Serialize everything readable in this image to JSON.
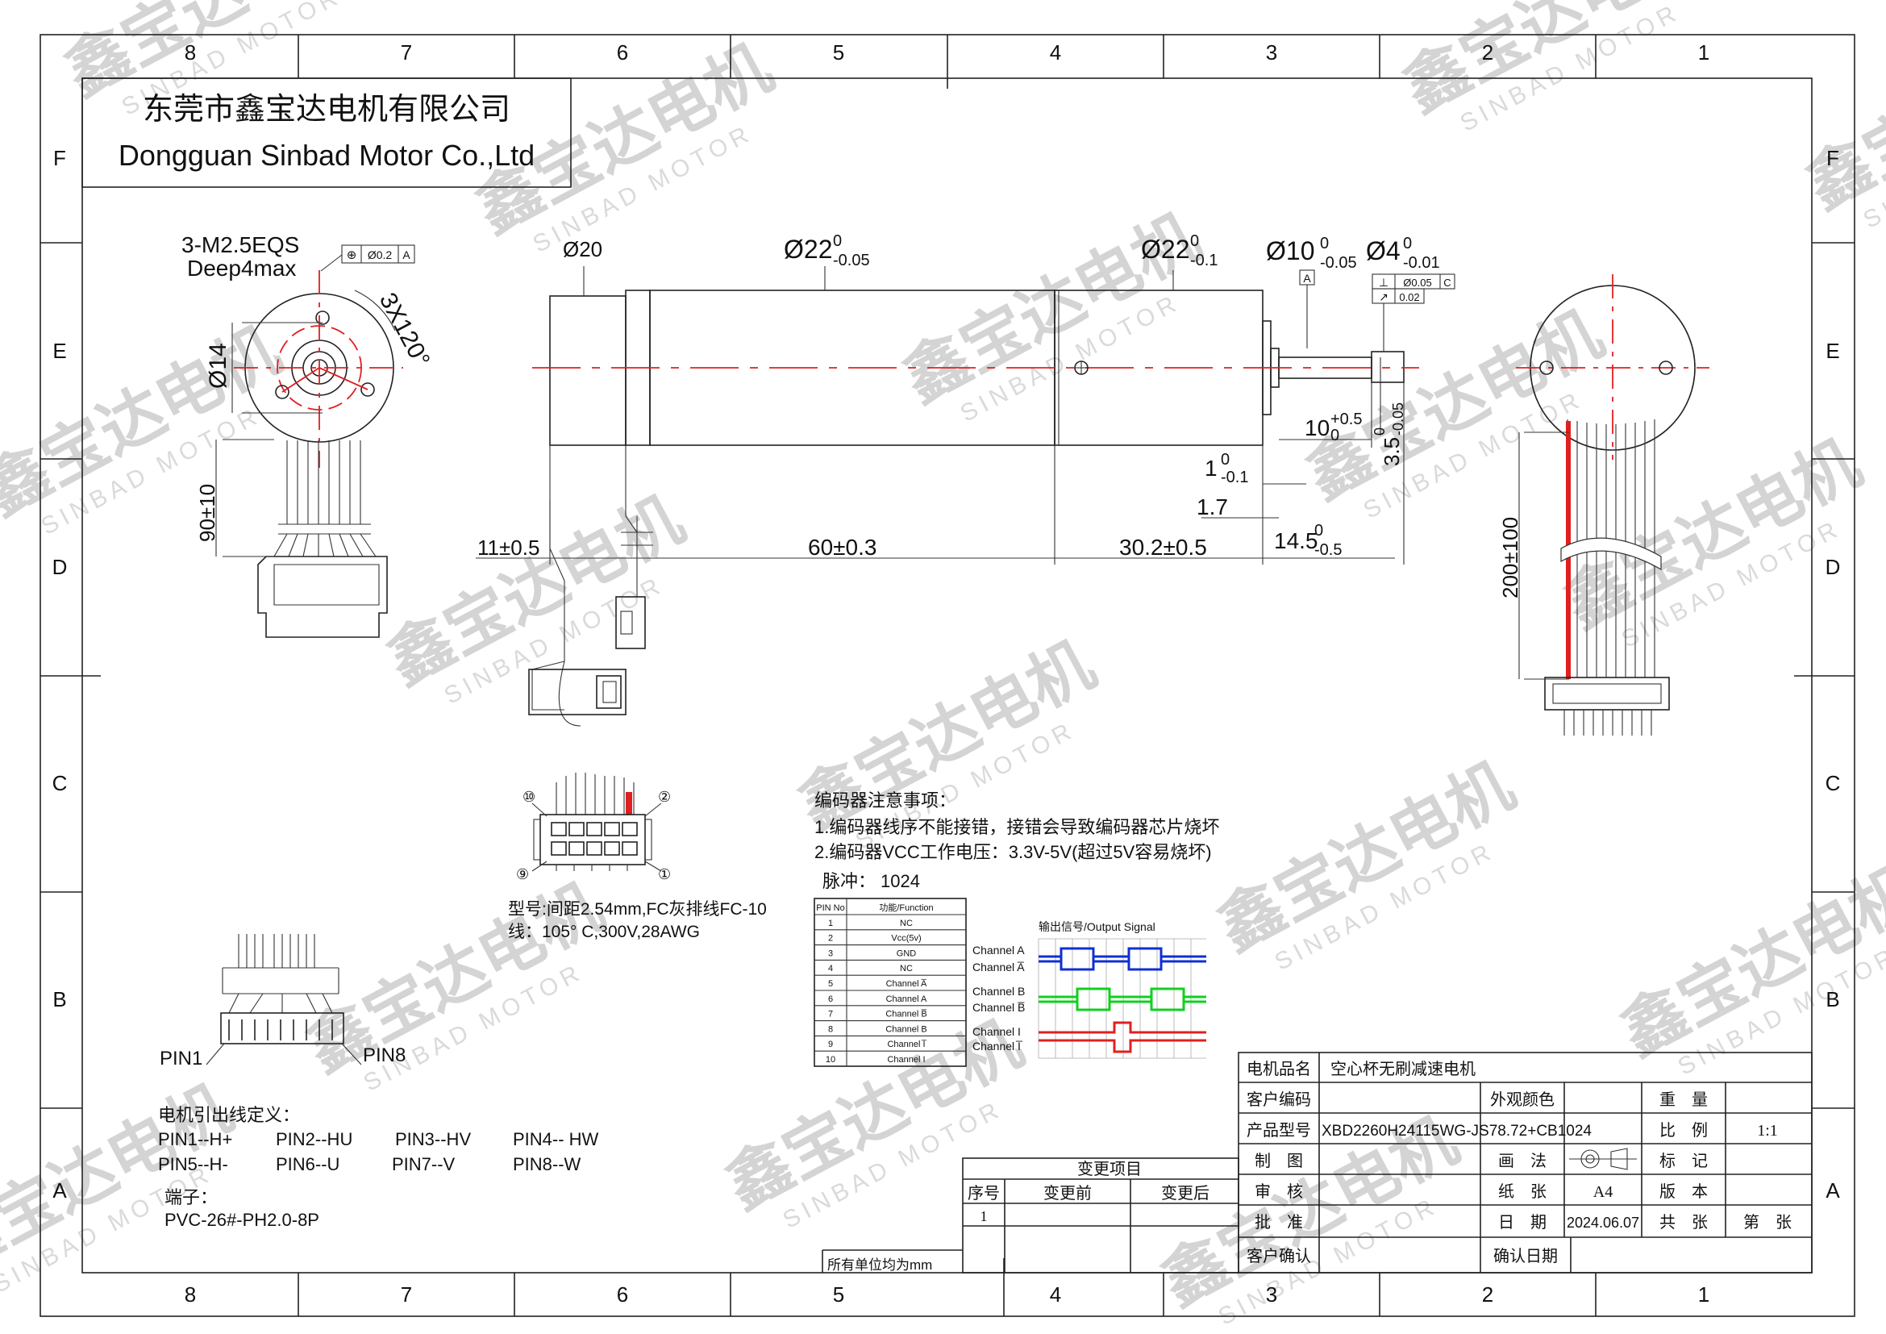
{
  "frame": {
    "col_labels": [
      "8",
      "7",
      "6",
      "5",
      "4",
      "3",
      "2",
      "1"
    ],
    "row_labels": [
      "F",
      "E",
      "D",
      "C",
      "B",
      "A"
    ]
  },
  "company": {
    "name_cn": "东莞市鑫宝达电机有限公司",
    "name_en": "Dongguan Sinbad Motor Co.,Ltd"
  },
  "watermark": {
    "cn": "鑫宝达电机",
    "en": "SINBAD MOTOR"
  },
  "front_view": {
    "thread_note": "3-M2.5EQS",
    "depth_note": "Deep4max",
    "tolerance_box": [
      "⊕",
      "Ø0.2",
      "A"
    ],
    "angle": "3X120°",
    "dia": "Ø14",
    "lead_len": "90±10"
  },
  "side_view": {
    "d20": "Ø20",
    "d22a": "Ø22",
    "d22a_tol_up": "0",
    "d22a_tol_dn": "-0.05",
    "d22b": "Ø22",
    "d22b_tol_up": "0",
    "d22b_tol_dn": "-0.1",
    "d10": "Ø10",
    "d10_tol_up": "0",
    "d10_tol_dn": "-0.05",
    "d4": "Ø4",
    "d4_tol_up": "0",
    "d4_tol_dn": "-0.01",
    "datum_a": "A",
    "perp_box": [
      "⊥",
      "Ø0.05",
      "C"
    ],
    "runout_box": [
      "↗",
      "0.02"
    ],
    "d_11": "11±0.5",
    "d_60": "60±0.3",
    "d_302": "30.2±0.5",
    "d_145": "14.5",
    "d_145_tol_up": "0",
    "d_145_tol_dn": "-0.5",
    "d_10": "10",
    "d_10_tol_up": "+0.5",
    "d_10_tol_dn": "0",
    "d_35": "3.5",
    "d_35_tol_up": "0",
    "d_35_tol_dn": "-0.05",
    "d_1": "1",
    "d_1_tol_up": "0",
    "d_1_tol_dn": "-0.1",
    "d_17": "1.7"
  },
  "right_view": {
    "lead_len": "200±100"
  },
  "connector": {
    "pin_labels": [
      "⑩",
      "②",
      "⑨",
      "①"
    ],
    "model_line": "型号:间距2.54mm,FC灰排线FC-10",
    "wire_line": "线：105° C,300V,28AWG"
  },
  "encoder_notes": {
    "title": "编码器注意事项：",
    "line1": "1.编码器线序不能接错，接错会导致编码器芯片烧坏",
    "line2": "2.编码器VCC工作电压：3.3V-5V(超过5V容易烧坏)",
    "pulse_label": "脉冲：",
    "pulse_value": "1024"
  },
  "pin_table": {
    "headers": [
      "PIN No",
      "功能/Function"
    ],
    "rows": [
      [
        "1",
        "NC"
      ],
      [
        "2",
        "Vcc(5v)"
      ],
      [
        "3",
        "GND"
      ],
      [
        "4",
        "NC"
      ],
      [
        "5",
        "Channel A̅"
      ],
      [
        "6",
        "Channel A"
      ],
      [
        "7",
        "Channel B̅"
      ],
      [
        "8",
        "Channel B"
      ],
      [
        "9",
        "Channel I̅"
      ],
      [
        "10",
        "Channel I"
      ]
    ]
  },
  "signal": {
    "title": "输出信号/Output Signal",
    "labels": [
      "Channel A",
      "Channel A̅",
      "Channel B",
      "Channel B̅",
      "Channel I",
      "Channel I̅"
    ],
    "colors": {
      "a": "#1030d0",
      "b": "#10d020",
      "i": "#e02020"
    }
  },
  "pins_small": {
    "pin1": "PIN1",
    "pin8": "PIN8"
  },
  "lead_def": {
    "title": "电机引出线定义：",
    "row1": [
      "PIN1--H+",
      "PIN2--HU",
      "PIN3--HV",
      "PIN4-- HW"
    ],
    "row2": [
      "PIN5--H-",
      "PIN6--U",
      "PIN7--V",
      "PIN8--W"
    ],
    "terminal_title": "端子：",
    "terminal_value": "PVC-26#-PH2.0-8P"
  },
  "change_table": {
    "title": "变更项目",
    "headers": [
      "序号",
      "变更前",
      "变更后"
    ],
    "first_no": "1",
    "unit_note": "所有单位均为mm"
  },
  "title_block": {
    "motor_name_label": "电机品名",
    "motor_name": "空心杯无刷减速电机",
    "customer_code_label": "客户编码",
    "appearance_label": "外观颜色",
    "weight_label": "重　量",
    "product_label": "产品型号",
    "product_value": "XBD2260H24115WG-JS78.72+CB1024",
    "scale_label": "比　例",
    "scale_value": "1:1",
    "draw_label": "制　图",
    "method_label": "画　法",
    "mark_label": "标　记",
    "review_label": "审　核",
    "paper_label": "纸　张",
    "paper_value": "A4",
    "version_label": "版　本",
    "approve_label": "批　准",
    "date_label": "日　期",
    "date_value": "2024.06.07",
    "total_label": "共　张",
    "sheet_label": "第　张",
    "confirm_label": "客户确认",
    "confirm_date_label": "确认日期"
  }
}
